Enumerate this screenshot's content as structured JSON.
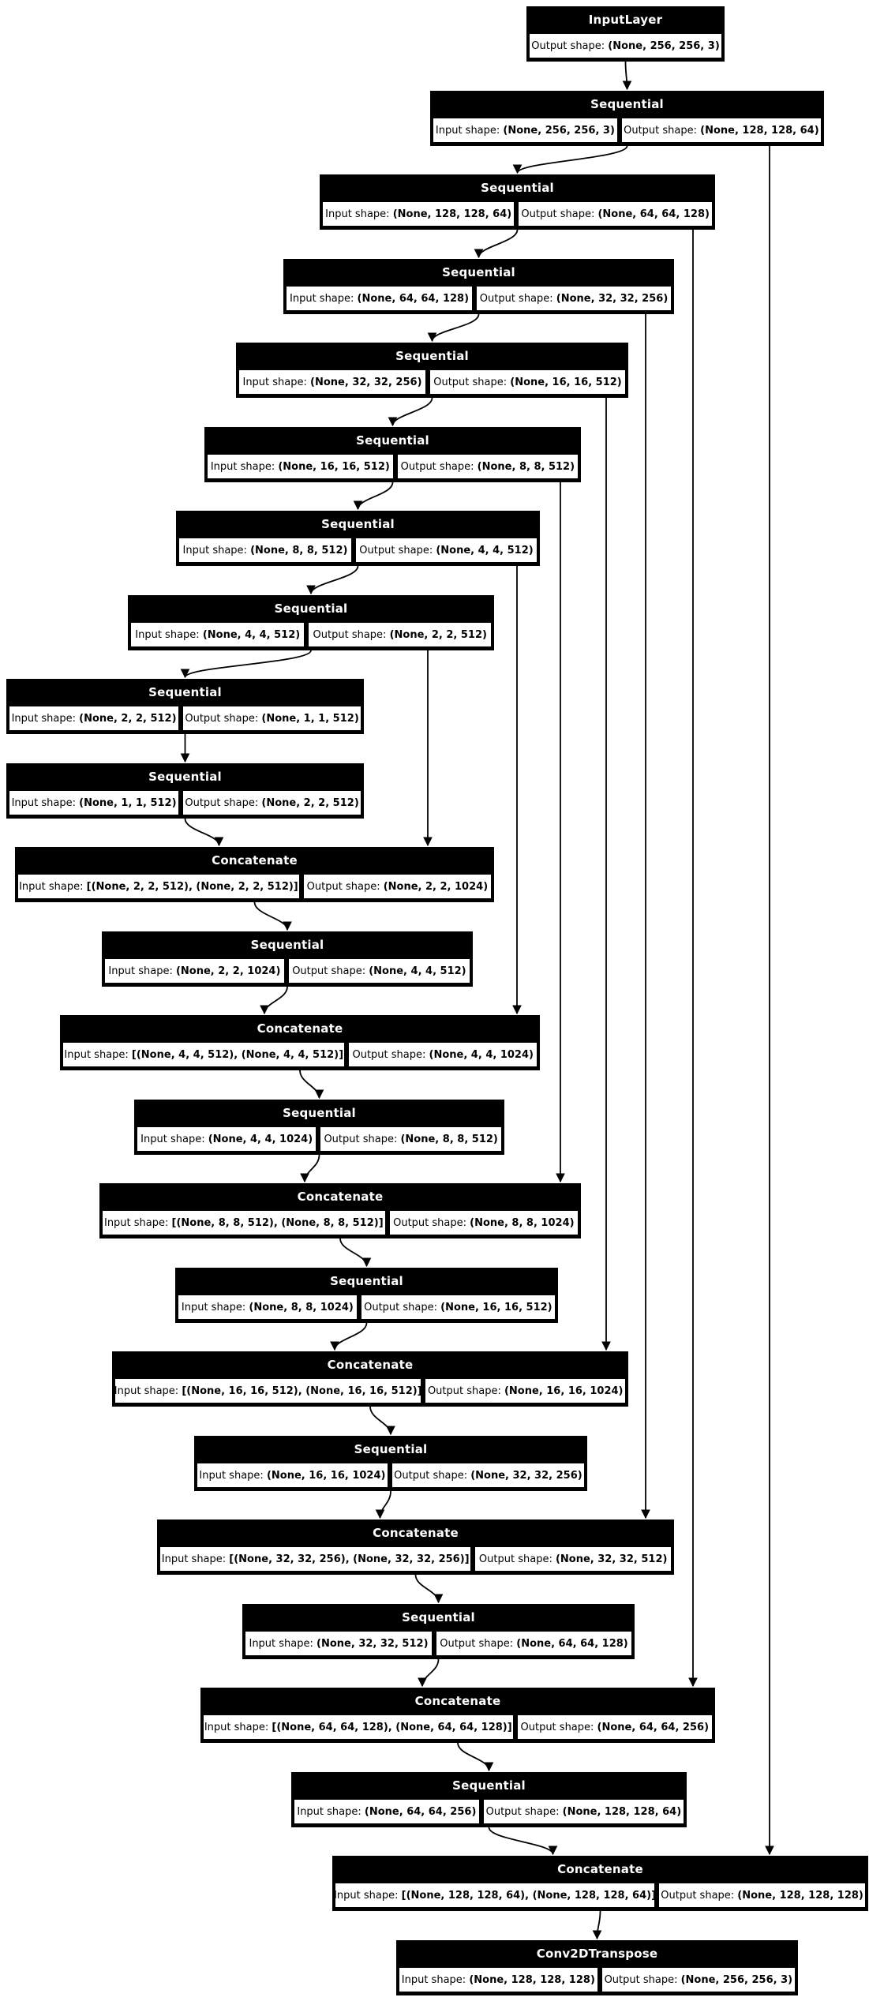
{
  "diagram": {
    "labels": {
      "input_prefix": "Input shape: ",
      "output_prefix": "Output shape: "
    },
    "colors": {
      "node_bg": "#000000",
      "node_text": "#ffffff",
      "cell_bg": "#ffffff",
      "cell_text": "#000000",
      "edge": "#000000",
      "canvas": "#ffffff"
    },
    "nodes": [
      {
        "title": "InputLayer",
        "output": "(None, 256, 256, 3)"
      },
      {
        "title": "Sequential",
        "input": "(None, 256, 256, 3)",
        "output": "(None, 128, 128, 64)"
      },
      {
        "title": "Sequential",
        "input": "(None, 128, 128, 64)",
        "output": "(None, 64, 64, 128)"
      },
      {
        "title": "Sequential",
        "input": "(None, 64, 64, 128)",
        "output": "(None, 32, 32, 256)"
      },
      {
        "title": "Sequential",
        "input": "(None, 32, 32, 256)",
        "output": "(None, 16, 16, 512)"
      },
      {
        "title": "Sequential",
        "input": "(None, 16, 16, 512)",
        "output": "(None, 8, 8, 512)"
      },
      {
        "title": "Sequential",
        "input": "(None, 8, 8, 512)",
        "output": "(None, 4, 4, 512)"
      },
      {
        "title": "Sequential",
        "input": "(None, 4, 4, 512)",
        "output": "(None, 2, 2, 512)"
      },
      {
        "title": "Sequential",
        "input": "(None, 2, 2, 512)",
        "output": "(None, 1, 1, 512)"
      },
      {
        "title": "Sequential",
        "input": "(None, 1, 1, 512)",
        "output": "(None, 2, 2, 512)"
      },
      {
        "title": "Concatenate",
        "input": "[(None, 2, 2, 512), (None, 2, 2, 512)]",
        "output": "(None, 2, 2, 1024)"
      },
      {
        "title": "Sequential",
        "input": "(None, 2, 2, 1024)",
        "output": "(None, 4, 4, 512)"
      },
      {
        "title": "Concatenate",
        "input": "[(None, 4, 4, 512), (None, 4, 4, 512)]",
        "output": "(None, 4, 4, 1024)"
      },
      {
        "title": "Sequential",
        "input": "(None, 4, 4, 1024)",
        "output": "(None, 8, 8, 512)"
      },
      {
        "title": "Concatenate",
        "input": "[(None, 8, 8, 512), (None, 8, 8, 512)]",
        "output": "(None, 8, 8, 1024)"
      },
      {
        "title": "Sequential",
        "input": "(None, 8, 8, 1024)",
        "output": "(None, 16, 16, 512)"
      },
      {
        "title": "Concatenate",
        "input": "[(None, 16, 16, 512), (None, 16, 16, 512)]",
        "output": "(None, 16, 16, 1024)"
      },
      {
        "title": "Sequential",
        "input": "(None, 16, 16, 1024)",
        "output": "(None, 32, 32, 256)"
      },
      {
        "title": "Concatenate",
        "input": "[(None, 32, 32, 256), (None, 32, 32, 256)]",
        "output": "(None, 32, 32, 512)"
      },
      {
        "title": "Sequential",
        "input": "(None, 32, 32, 512)",
        "output": "(None, 64, 64, 128)"
      },
      {
        "title": "Concatenate",
        "input": "[(None, 64, 64, 128), (None, 64, 64, 128)]",
        "output": "(None, 64, 64, 256)"
      },
      {
        "title": "Sequential",
        "input": "(None, 64, 64, 256)",
        "output": "(None, 128, 128, 64)"
      },
      {
        "title": "Concatenate",
        "input": "[(None, 128, 128, 64), (None, 128, 128, 64)]",
        "output": "(None, 128, 128, 128)"
      },
      {
        "title": "Conv2DTranspose",
        "input": "(None, 128, 128, 128)",
        "output": "(None, 256, 256, 3)"
      }
    ]
  }
}
